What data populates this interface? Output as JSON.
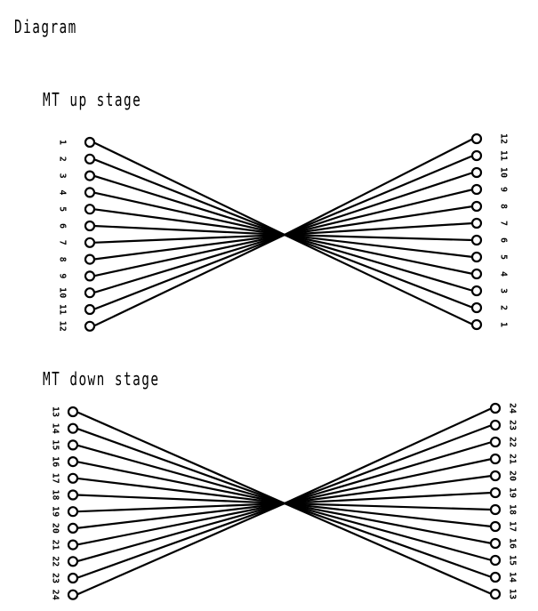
{
  "title": "Diagram",
  "stages": [
    {
      "title": "MT up stage",
      "left_pins": [
        "1",
        "2",
        "3",
        "4",
        "5",
        "6",
        "7",
        "8",
        "9",
        "10",
        "11",
        "12"
      ],
      "right_pins": [
        "12",
        "11",
        "10",
        "9",
        "8",
        "7",
        "6",
        "5",
        "4",
        "3",
        "2",
        "1"
      ]
    },
    {
      "title": "MT down stage",
      "left_pins": [
        "13",
        "14",
        "15",
        "16",
        "17",
        "18",
        "19",
        "20",
        "21",
        "22",
        "23",
        "24"
      ],
      "right_pins": [
        "24",
        "23",
        "22",
        "21",
        "20",
        "19",
        "18",
        "17",
        "16",
        "15",
        "14",
        "13"
      ]
    }
  ]
}
